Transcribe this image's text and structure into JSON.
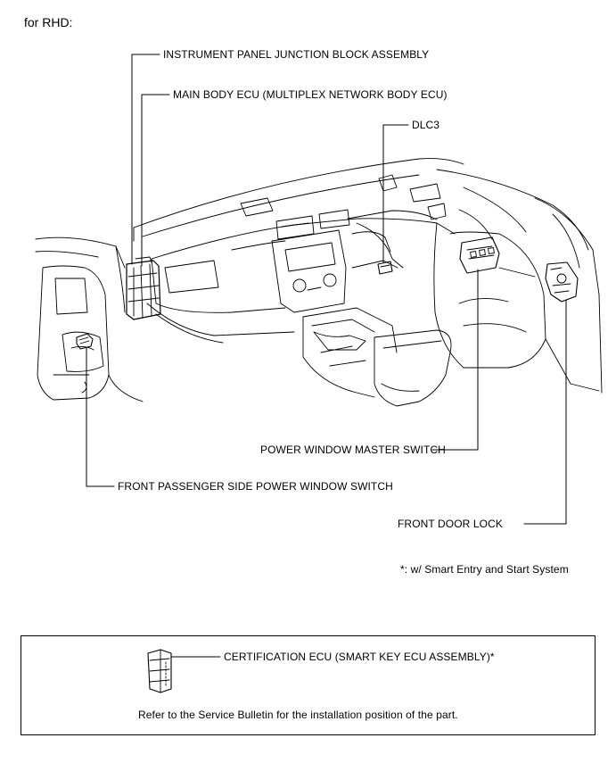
{
  "heading": "for RHD:",
  "labels": {
    "junction_block": "INSTRUMENT PANEL JUNCTION BLOCK ASSEMBLY",
    "main_body_ecu": "MAIN BODY ECU (MULTIPLEX NETWORK BODY ECU)",
    "dlc3": "DLC3",
    "power_window_master": "POWER WINDOW MASTER SWITCH",
    "front_passenger_switch": "FRONT PASSENGER SIDE POWER WINDOW SWITCH",
    "front_door_lock": "FRONT DOOR LOCK"
  },
  "footnote": "*: w/ Smart Entry and Start System",
  "note_box": {
    "certification_ecu": "CERTIFICATION ECU (SMART KEY ECU ASSEMBLY)*",
    "instruction": "Refer to the Service Bulletin for the installation position of the part."
  }
}
